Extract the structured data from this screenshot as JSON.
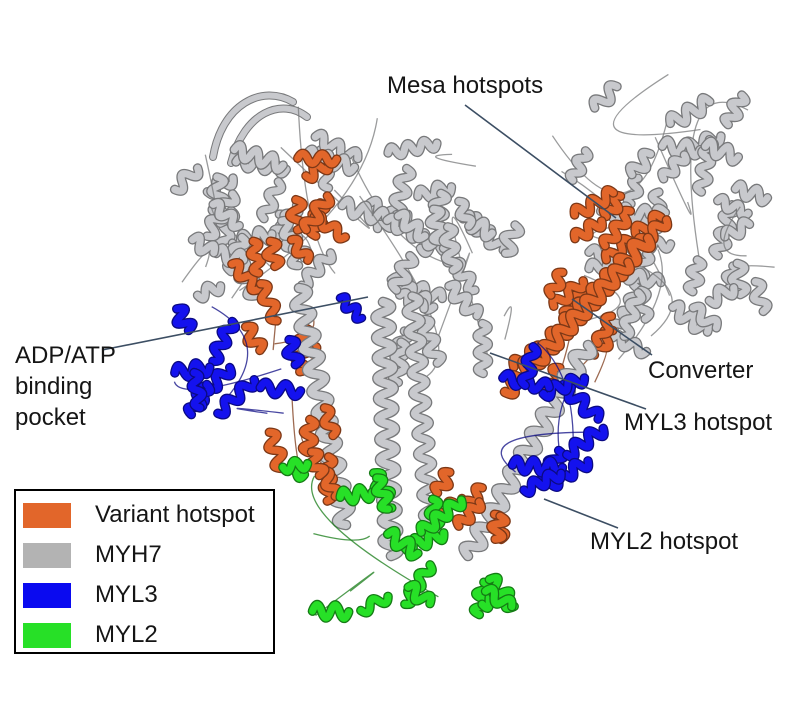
{
  "figure": {
    "annotations": {
      "mesa": {
        "label": "Mesa hotspots"
      },
      "adp": {
        "label": "ADP/ATP binding pocket"
      },
      "converter": {
        "label": "Converter"
      },
      "myl3": {
        "label": "MYL3 hotspot"
      },
      "myl2": {
        "label": "MYL2 hotspot"
      }
    },
    "legend": {
      "items": [
        {
          "id": "variant-hotspot",
          "label": "Variant hotspot",
          "color": "#E2662A"
        },
        {
          "id": "myh7",
          "label": "MYH7",
          "color": "#B3B3B3"
        },
        {
          "id": "myl3",
          "label": "MYL3",
          "color": "#0A0AF0"
        },
        {
          "id": "myl2",
          "label": "MYL2",
          "color": "#27E027"
        }
      ]
    },
    "colors": {
      "background": "#FFFFFF",
      "text": "#151515",
      "leader_line": "#3C4E63",
      "ribbon_orange": "#E2662A",
      "ribbon_gray": "#C8C9CD",
      "ribbon_blue": "#1412EE",
      "ribbon_green": "#27E027"
    }
  }
}
